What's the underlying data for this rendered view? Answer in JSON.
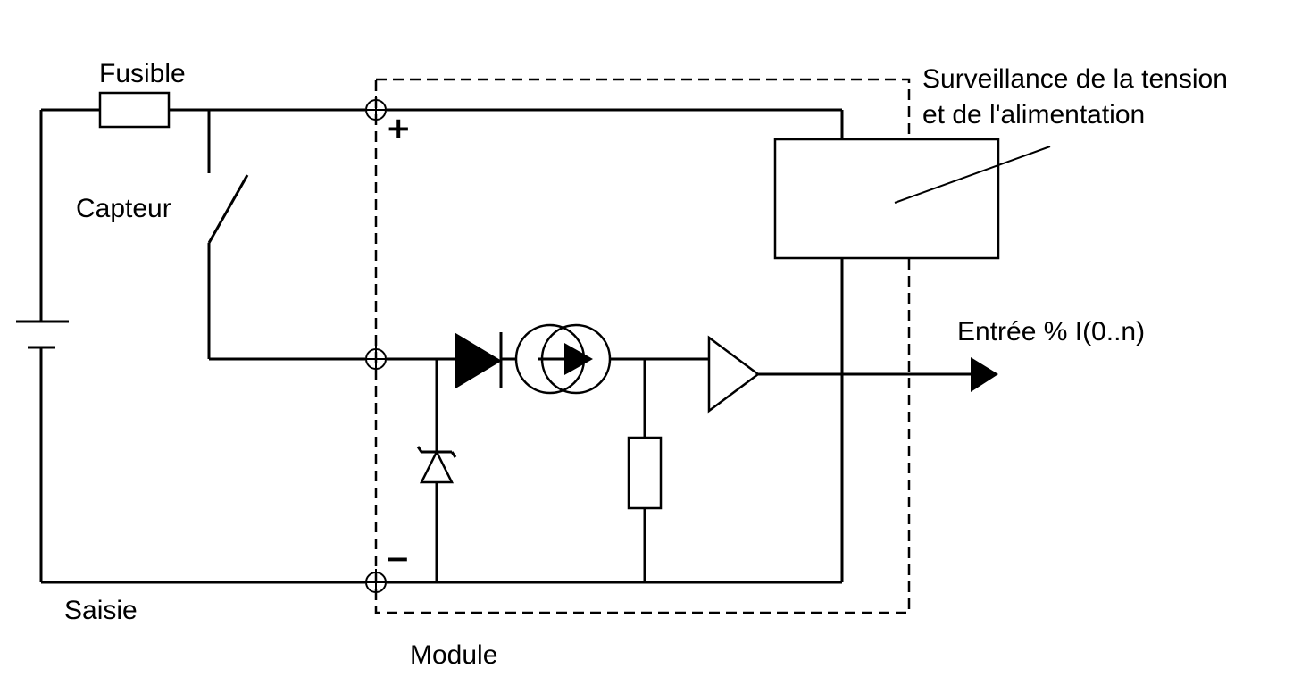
{
  "labels": {
    "fuse": "Fusible",
    "sensor": "Capteur",
    "ground": "Saisie",
    "module": "Module",
    "monitor_line1": "Surveillance de la tension",
    "monitor_line2": "et de l'alimentation",
    "output": "Entrée % I(0..n)"
  },
  "terminal_symbols": {
    "plus": "+",
    "minus": "−"
  },
  "colors": {
    "line": "#000000",
    "background": "#ffffff"
  }
}
